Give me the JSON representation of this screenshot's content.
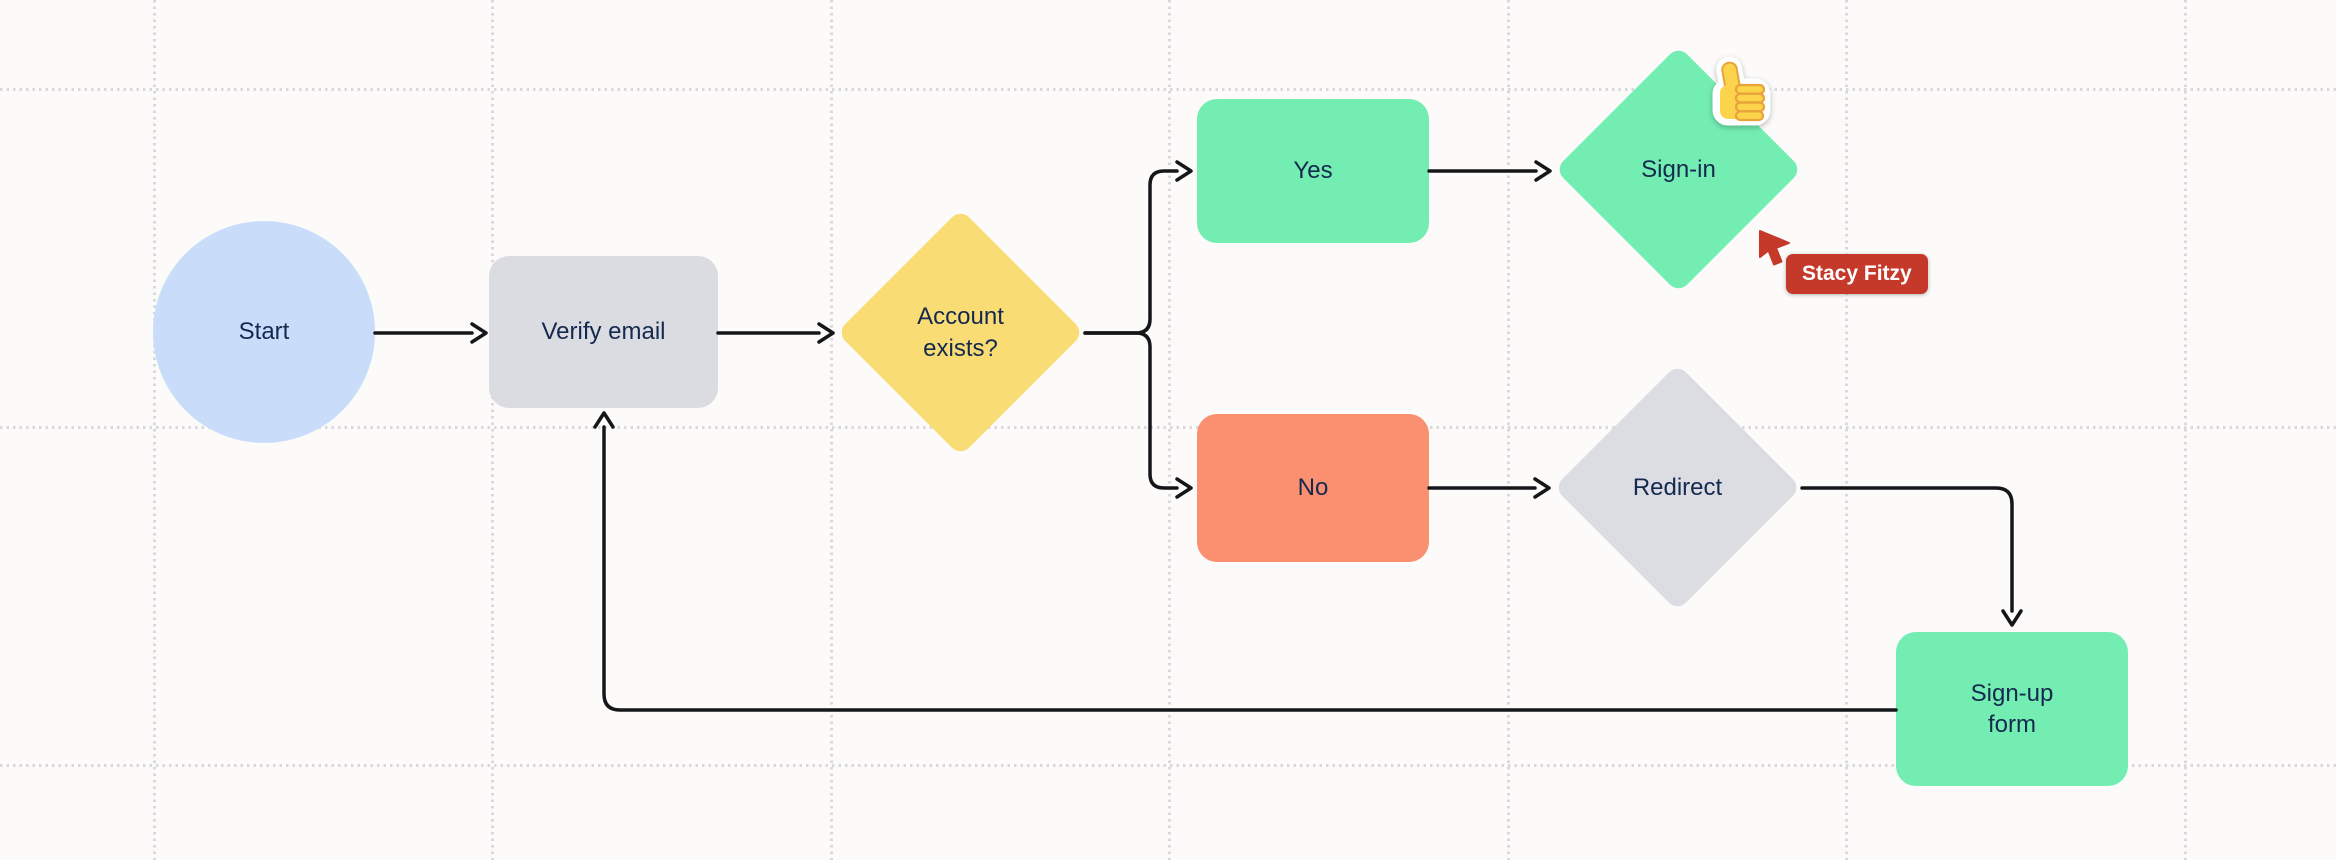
{
  "canvas": {
    "kind": "flowchart-whiteboard",
    "background": "#FCFBFA",
    "grid_dot_color": "#D8D8DE",
    "connector_color": "#14161A"
  },
  "nodes": [
    {
      "id": "start",
      "shape": "ellipse",
      "label": "Start",
      "fill": "#C9DDFB"
    },
    {
      "id": "verify-email",
      "shape": "rounded-rect",
      "label": "Verify email",
      "fill": "#DBDCE1"
    },
    {
      "id": "account-exists",
      "shape": "diamond",
      "label": "Account exists?",
      "fill": "#FADC75"
    },
    {
      "id": "yes",
      "shape": "rounded-rect",
      "label": "Yes",
      "fill": "#74EDB3"
    },
    {
      "id": "sign-in",
      "shape": "diamond",
      "label": "Sign-in",
      "fill": "#74EDB3",
      "sticker": "thumbs-up-emoji"
    },
    {
      "id": "no",
      "shape": "rounded-rect",
      "label": "No",
      "fill": "#FA9070"
    },
    {
      "id": "redirect",
      "shape": "diamond",
      "label": "Redirect",
      "fill": "#DBDDE3"
    },
    {
      "id": "sign-up-form",
      "shape": "rounded-rect",
      "label": "Sign-up form",
      "fill": "#74EDB3"
    }
  ],
  "edges": [
    {
      "from": "start",
      "to": "verify-email"
    },
    {
      "from": "verify-email",
      "to": "account-exists"
    },
    {
      "from": "account-exists",
      "to": "yes"
    },
    {
      "from": "account-exists",
      "to": "no"
    },
    {
      "from": "yes",
      "to": "sign-in"
    },
    {
      "from": "no",
      "to": "redirect"
    },
    {
      "from": "redirect",
      "to": "sign-up-form"
    },
    {
      "from": "sign-up-form",
      "to": "verify-email"
    }
  ],
  "sticker": {
    "name": "thumbs-up-emoji",
    "body_color": "#FBD44B",
    "line_color": "#E8A33B"
  },
  "collaborator": {
    "name": "Stacy Fitzy",
    "color": "#C5392B"
  }
}
